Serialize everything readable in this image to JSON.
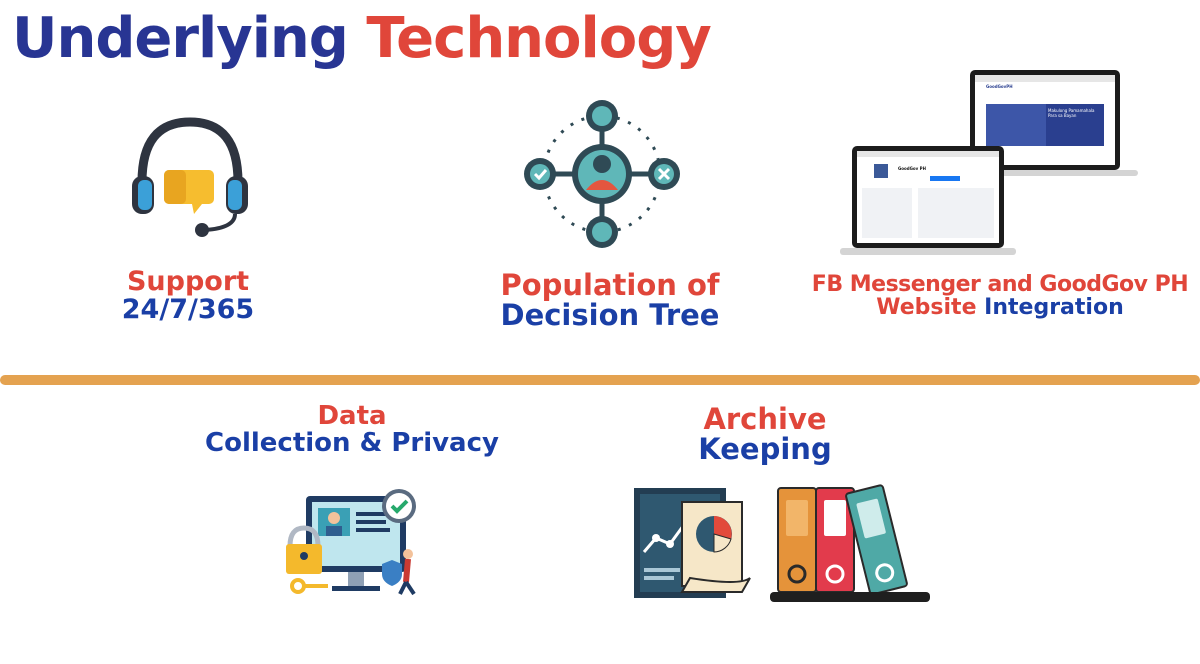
{
  "title": {
    "part1": "Underlying",
    "part2": "Technology"
  },
  "features": {
    "support": {
      "line1": "Support",
      "line2": "24/7/365",
      "icon": "headset-chat-icon"
    },
    "decision_tree": {
      "line1": "Population of",
      "line2": "Decision Tree",
      "icon": "decision-tree-icon"
    },
    "integration": {
      "line1": "FB Messenger and GoodGov PH",
      "line2a": "Website",
      "line2b": "Integration",
      "icon": "laptops-screenshot-icon"
    },
    "data_privacy": {
      "line1": "Data",
      "line2": "Collection & Privacy",
      "icon": "data-privacy-icon"
    },
    "archive": {
      "line1": "Archive",
      "line2": "Keeping",
      "icon": "archive-binders-icon"
    }
  },
  "screens": {
    "back_brand": "GoodGovPH",
    "back_hero": "Makulong Pamamahala Para sa Bayan",
    "front_page_name": "GoodGov PH"
  },
  "colors": {
    "navy": "#283593",
    "red": "#e0463a",
    "blue": "#1a3fa6",
    "divider": "#e4a250"
  }
}
